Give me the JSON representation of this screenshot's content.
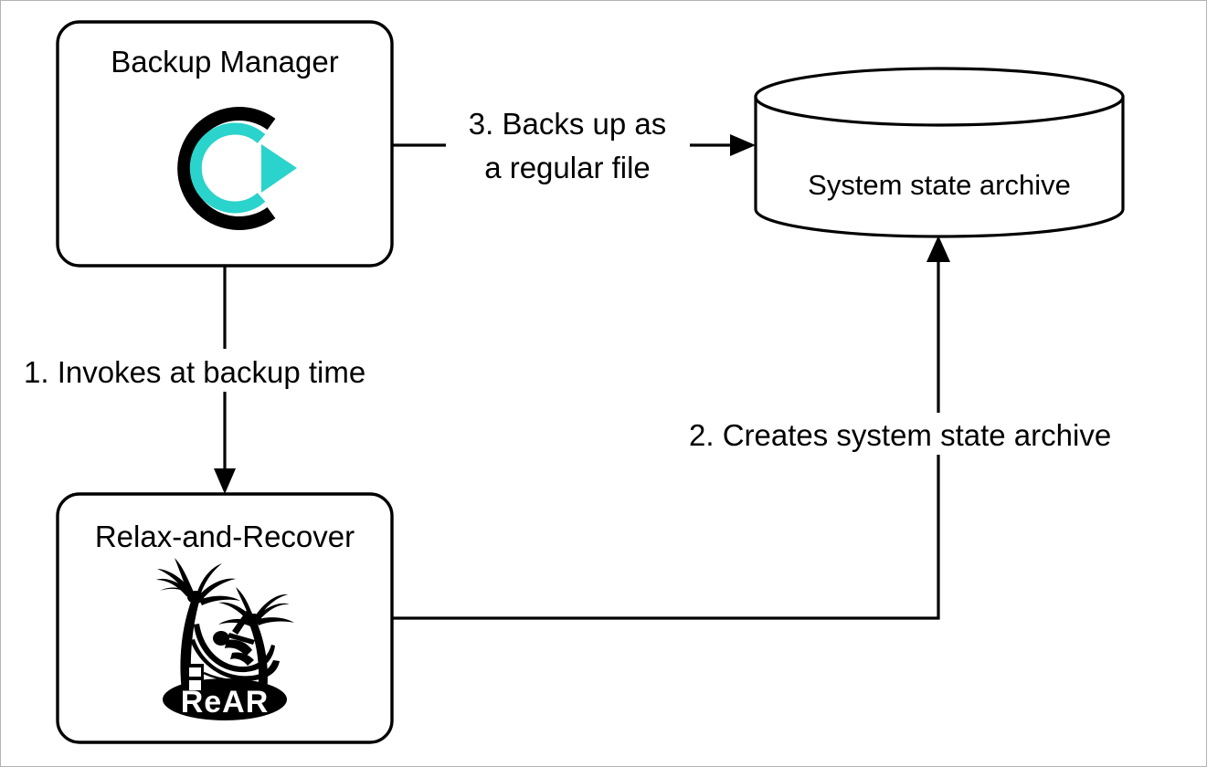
{
  "diagram": {
    "type": "flow-diagram",
    "background": "#ffffff",
    "frame_color": "#b3b3b3",
    "accent_color": "#2ad3cb",
    "line_color": "#000000",
    "nodes": [
      {
        "id": "backup-manager",
        "label": "Backup Manager",
        "shape": "rounded-rectangle",
        "icon": "circular-refresh-icon"
      },
      {
        "id": "relax-and-recover",
        "label": "Relax-and-Recover",
        "shape": "rounded-rectangle",
        "icon": "rear-palm-hammock-logo",
        "logo_text": "ReAR"
      },
      {
        "id": "system-state-archive",
        "label": "System state archive",
        "shape": "cylinder",
        "icon": "database-cylinder-icon"
      }
    ],
    "edges": [
      {
        "id": "edge-1",
        "from": "backup-manager",
        "to": "relax-and-recover",
        "label": "1. Invokes at backup time"
      },
      {
        "id": "edge-2",
        "from": "relax-and-recover",
        "to": "system-state-archive",
        "label": "2. Creates system state archive"
      },
      {
        "id": "edge-3",
        "from": "backup-manager",
        "to": "system-state-archive",
        "label_line_1": "3. Backs up as",
        "label_line_2": "a regular file"
      }
    ]
  }
}
